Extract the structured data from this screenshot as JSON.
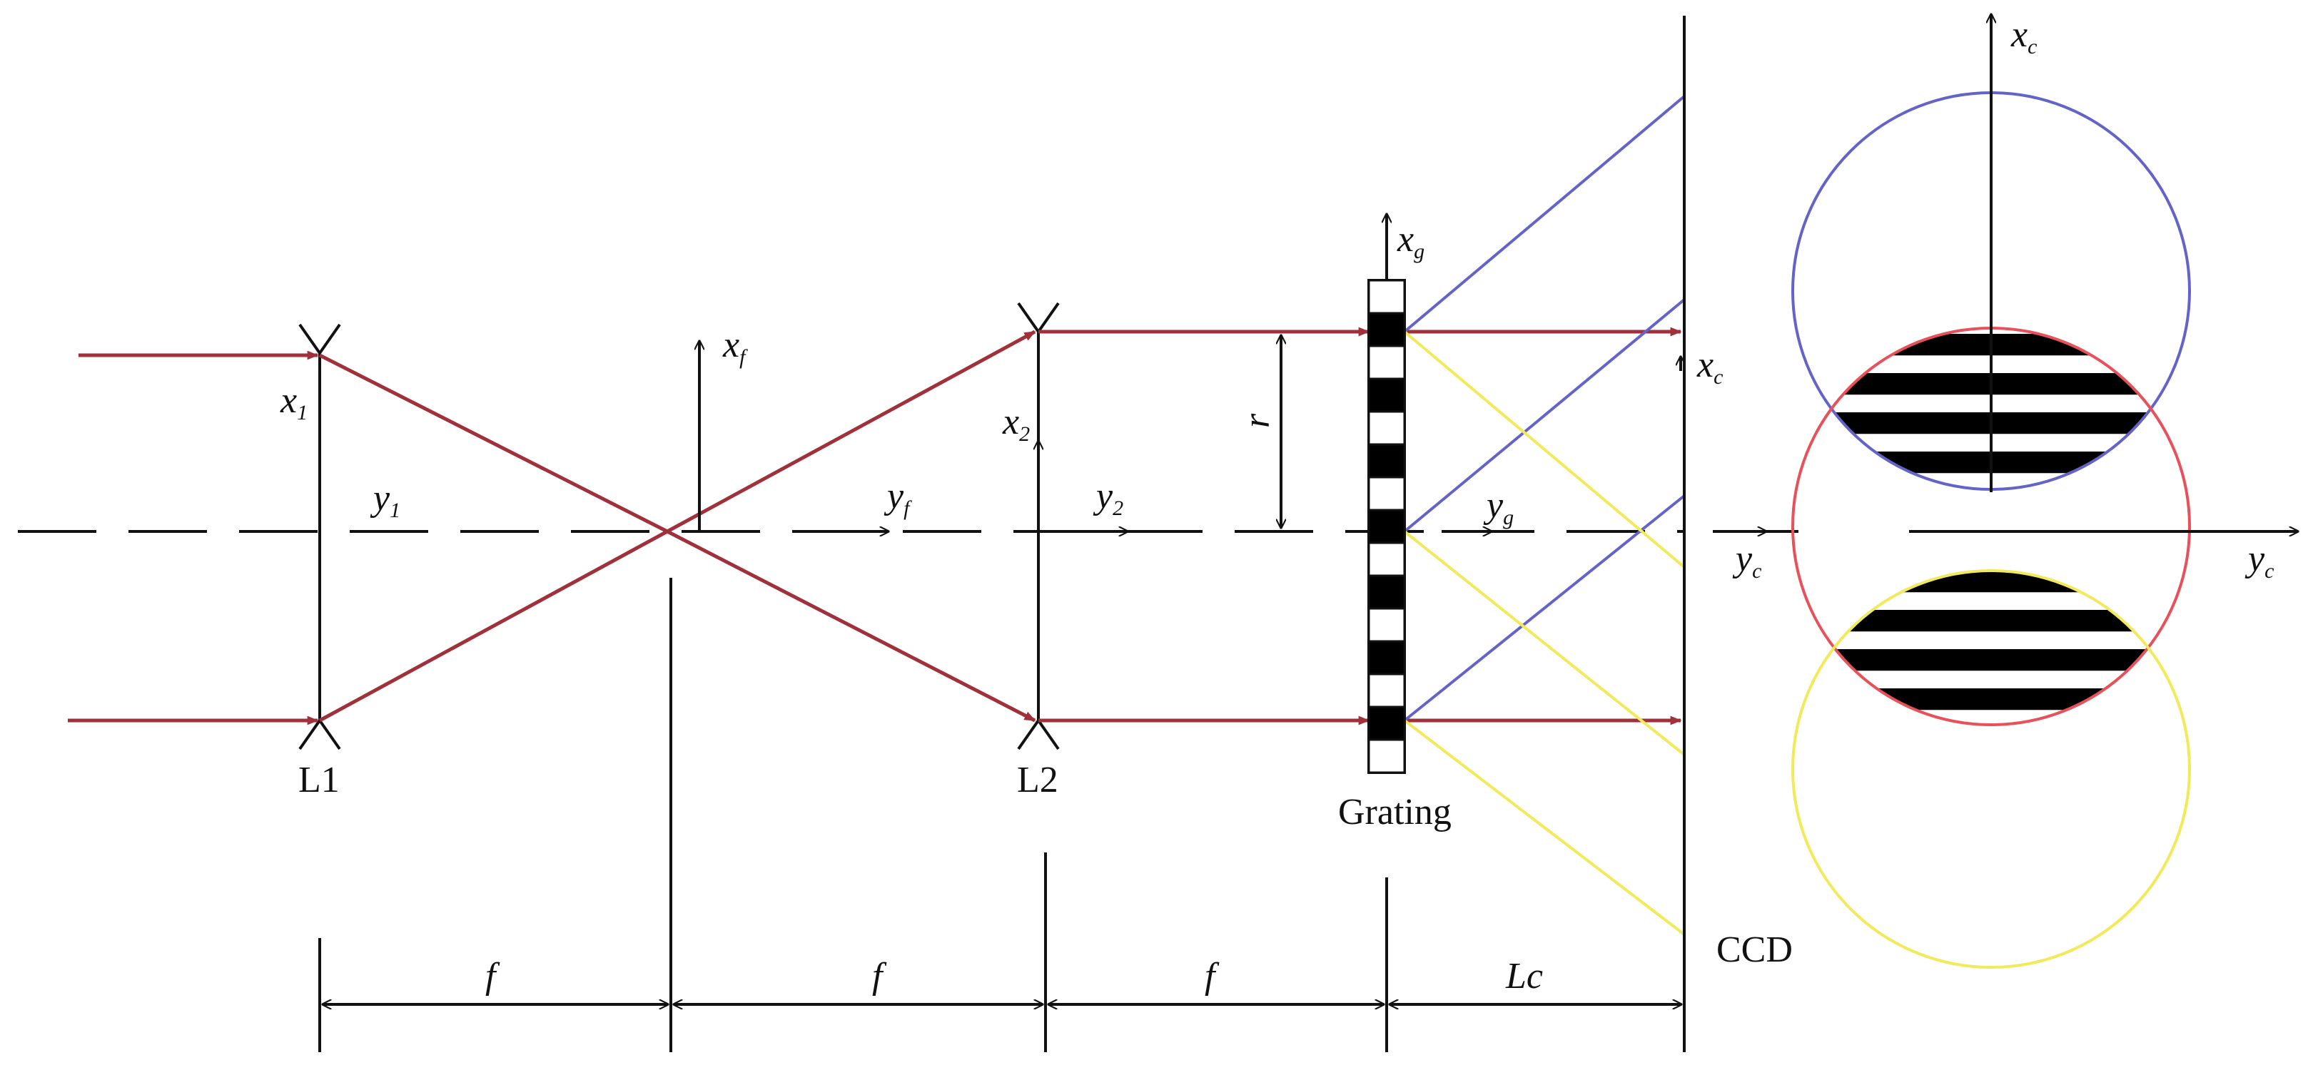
{
  "labels": {
    "lens1": "L1",
    "lens2": "L2",
    "grating": "Grating",
    "ccd": "CCD",
    "focal1": "f",
    "focal2": "f",
    "focal3": "f",
    "lc": "Lc",
    "r": "r"
  },
  "axes": {
    "x1": {
      "base": "x",
      "sub": "1"
    },
    "y1": {
      "base": "y",
      "sub": "1"
    },
    "xf": {
      "base": "x",
      "sub": "f"
    },
    "yf": {
      "base": "y",
      "sub": "f"
    },
    "x2": {
      "base": "x",
      "sub": "2"
    },
    "y2": {
      "base": "y",
      "sub": "2"
    },
    "xg": {
      "base": "x",
      "sub": "g"
    },
    "yg": {
      "base": "y",
      "sub": "g"
    },
    "xc_ccd": {
      "base": "x",
      "sub": "c"
    },
    "yc_ccd": {
      "base": "y",
      "sub": "c"
    },
    "xc_right": {
      "base": "x",
      "sub": "c"
    },
    "yc_right": {
      "base": "y",
      "sub": "c"
    }
  },
  "colors": {
    "ray": "#a0303a",
    "order_plus": "#6464c8",
    "order_zero": "#e8505a",
    "order_minus": "#f2ea5a",
    "axis": "#111111"
  }
}
